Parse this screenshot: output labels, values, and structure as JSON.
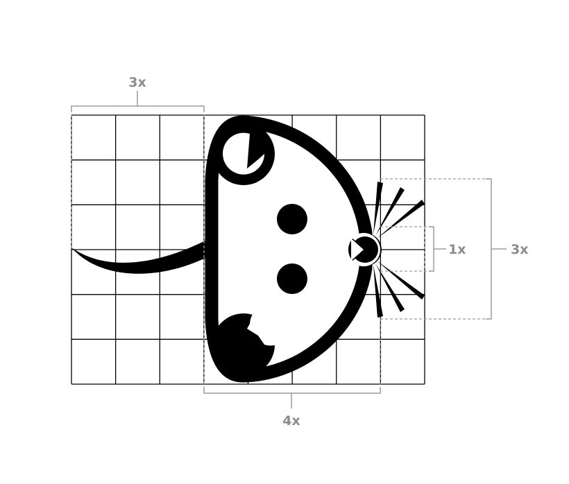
{
  "dimensions": {
    "tail_width": "3x",
    "head_width": "4x",
    "nose_height": "1x",
    "whiskers_height": "3x"
  },
  "grid": {
    "columns": 8,
    "rows": 6
  },
  "colors": {
    "ink": "#000000",
    "background": "#ffffff",
    "guide": "#9b9b9b",
    "label": "#8c8c8c"
  }
}
